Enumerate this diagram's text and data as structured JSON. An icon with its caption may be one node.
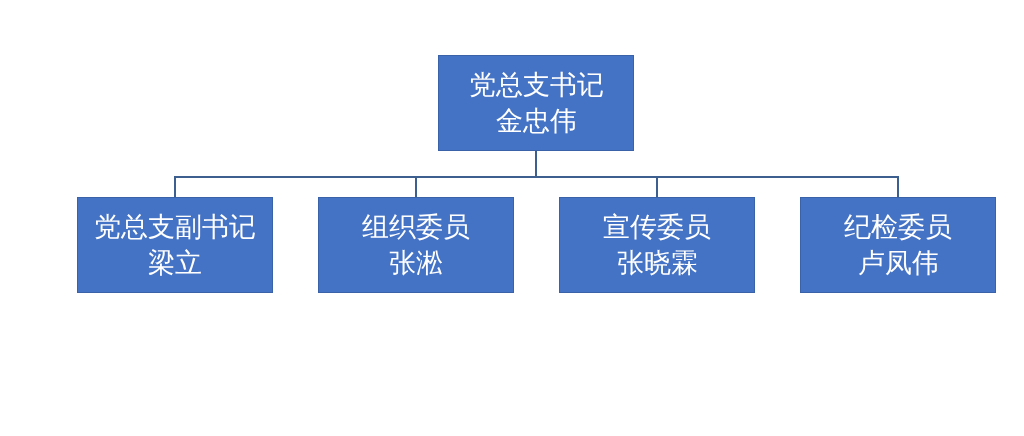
{
  "diagram": {
    "nodes": [
      {
        "text": [
          "党总支书记",
          "金忠伟"
        ]
      },
      {
        "text": [
          "党总支副书记",
          "梁立"
        ]
      },
      {
        "text": [
          "组织委员",
          "张淞"
        ]
      },
      {
        "text": [
          "宣传委员",
          "张晓霖"
        ]
      },
      {
        "text": [
          "纪检委员",
          "卢凤伟"
        ]
      }
    ],
    "edges": [
      {
        "from": 0,
        "to": 1,
        "arrow": "none"
      },
      {
        "from": 0,
        "to": 2,
        "arrow": "none"
      },
      {
        "from": 0,
        "to": 3,
        "arrow": "none"
      },
      {
        "from": 0,
        "to": 4,
        "arrow": "none"
      }
    ]
  }
}
